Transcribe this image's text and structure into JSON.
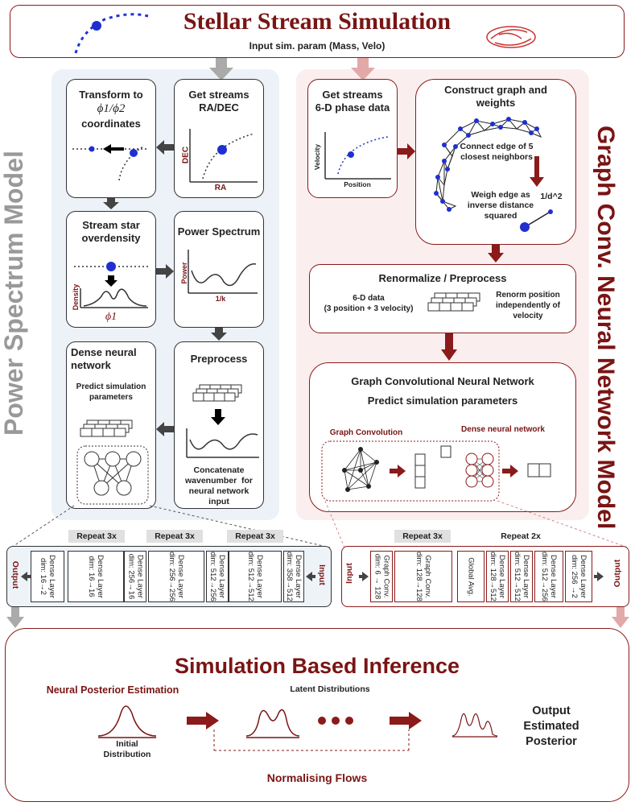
{
  "header": {
    "title": "Stellar Stream Simulation",
    "subtitle": "Input sim. param (Mass, Velo)"
  },
  "left_model": {
    "title": "Power Spectrum Model",
    "transform_title_1": "Transform to",
    "transform_math": "ϕ1/ϕ2",
    "transform_title_3": "coordinates",
    "get_streams_title": "Get streams\nRA/DEC",
    "dec_label": "DEC",
    "ra_label": "RA",
    "overdensity_title": "Stream star\noverdensity",
    "density_label": "Density",
    "phi1_label": "ϕ1",
    "power_spectrum_title": "Power Spectrum",
    "power_label": "Power",
    "k_label": "1/k",
    "dense_title": "Dense neural\nnetwork",
    "dense_sub": "Predict simulation\nparameters",
    "preprocess_title": "Preprocess",
    "preprocess_sub": "Concatenate\nwavenumber  for\nneural network\ninput"
  },
  "right_model": {
    "title": "Graph Conv. Neural Network Model",
    "get_streams_title": "Get streams\n6-D phase data",
    "velocity_label": "Velocity",
    "position_label": "Position",
    "graph_title": "Construct graph and\nweights",
    "connect_text": "Connect edge of 5\nclosest neighbors",
    "weigh_text": "Weigh edge as\ninverse distance\nsquared",
    "inv_d": "1/d^2",
    "renorm_title": "Renormalize / Preprocess",
    "renorm_left": "6-D data\n(3 position + 3 velocity)",
    "renorm_right": "Renorm position\nindependently of\nvelocity",
    "gcnn_title": "Graph Convolutional  Neural Network",
    "gcnn_sub": "Predict  simulation parameters",
    "graph_conv_label": "Graph Convolution",
    "dense_label": "Dense neural network"
  },
  "left_arch": {
    "output": "Output",
    "input": "Input",
    "repeats": [
      "Repeat 3x",
      "Repeat 3x",
      "Repeat 3x"
    ],
    "layers": [
      "Dense Layer\ndim: 16→2",
      "Dense Layer\ndim: 16→16",
      "Dense Layer\ndim: 256→16",
      "Dense Layer\ndim: 256→256",
      "Dense Layer\ndim: 512→256",
      "Dense Layer\ndim: 512→512",
      "Dense Layer\ndim: 358→512"
    ]
  },
  "right_arch": {
    "input": "Input",
    "output": "Output",
    "repeats": [
      "Repeat 3x",
      "Repeat 2x"
    ],
    "layers": [
      "Graph Conv.\ndim: 6 → 128",
      "Graph Conv.\ndim: 128→128",
      "Global Avg.",
      "Dense Layer\ndim: 128→512",
      "Dense Layer\ndim: 512→512",
      "Dense Layer\ndim: 512→256",
      "Dense Layer\ndim: 256 →2"
    ]
  },
  "sbi": {
    "title": "Simulation Based Inference",
    "npe": "Neural Posterior Estimation",
    "latent": "Latent Distributions",
    "initial": "Initial\nDistribution",
    "output": "Output\nEstimated\nPosterior",
    "flows": "Normalising Flows"
  },
  "colors": {
    "accent": "#8b1a1a",
    "blue_panel": "#edf2f8",
    "red_panel": "#fbeeee",
    "grey_arrow": "#aaaaaa",
    "dark_arrow": "#444444"
  }
}
